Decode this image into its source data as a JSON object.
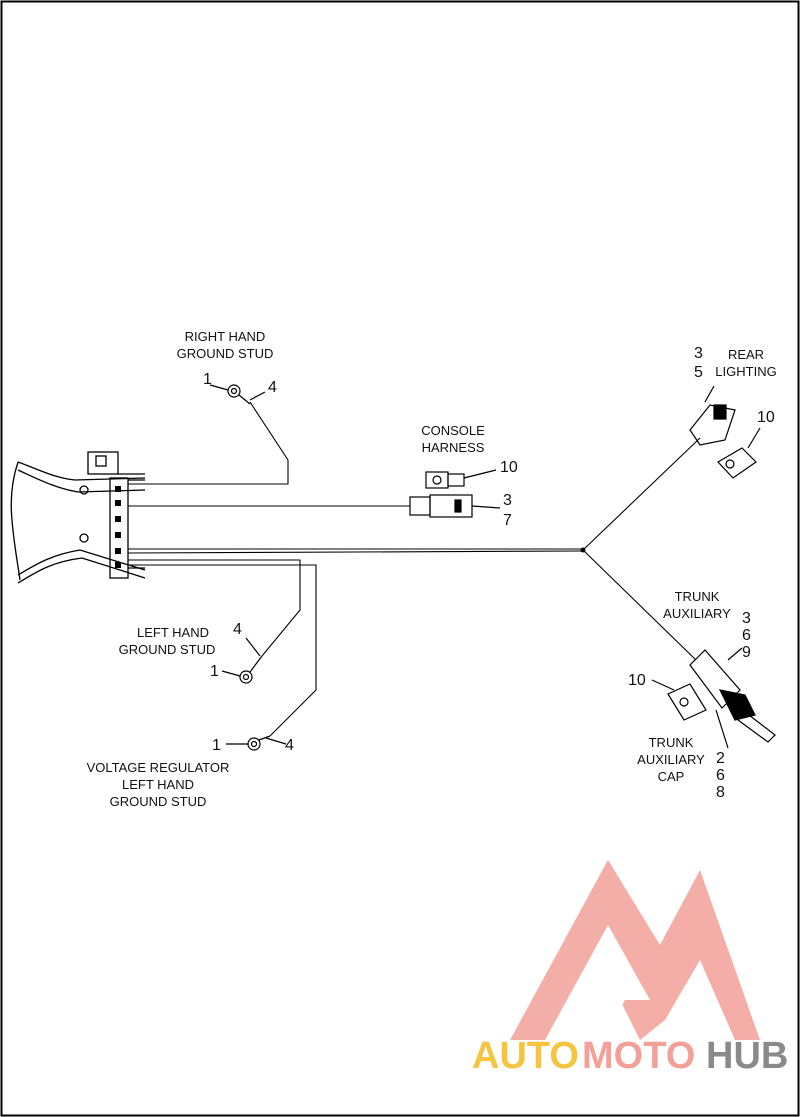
{
  "labels": {
    "right_ground": [
      "RIGHT HAND",
      "GROUND STUD"
    ],
    "console": [
      "CONSOLE",
      "HARNESS"
    ],
    "rear_lighting": [
      "REAR",
      "LIGHTING"
    ],
    "left_ground": [
      "LEFT HAND",
      "GROUND STUD"
    ],
    "trunk_aux": [
      "TRUNK",
      "AUXILIARY"
    ],
    "trunk_aux_cap": [
      "TRUNK",
      "AUXILIARY",
      "CAP"
    ],
    "voltage_reg": [
      "VOLTAGE REGULATOR",
      "LEFT HAND",
      "GROUND STUD"
    ]
  },
  "callouts": {
    "rh_ring": "1",
    "rh_wire": "4",
    "console_cap": "10",
    "console_conn_a": "3",
    "console_conn_b": "7",
    "rear_a": "3",
    "rear_b": "5",
    "rear_cap": "10",
    "lh_wire": "4",
    "lh_ring": "1",
    "trunk_a": "3",
    "trunk_b": "6",
    "trunk_c": "9",
    "trunk_cap_left": "10",
    "trunk_cap_a": "2",
    "trunk_cap_b": "6",
    "trunk_cap_c": "8",
    "vr_ring": "1",
    "vr_wire": "4"
  },
  "watermark": {
    "part1": "AUTO",
    "part2": "MOTO",
    "part3": "HUB",
    "color_auto": "#f5c542",
    "color_moto": "#f2a098",
    "color_hub": "#8a8a8a",
    "logo_color": "#f2a098"
  }
}
